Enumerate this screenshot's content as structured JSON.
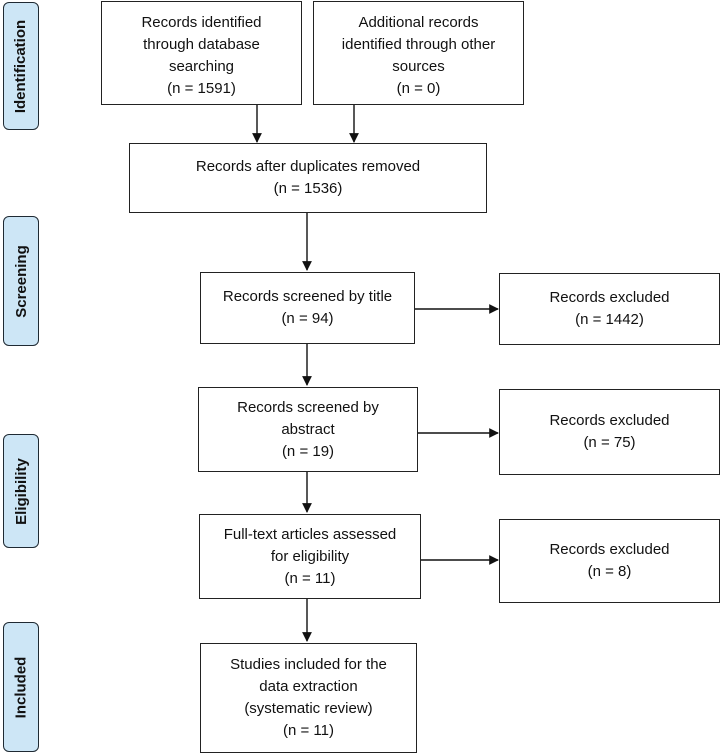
{
  "phases": [
    "Identification",
    "Screening",
    "Eligibility",
    "Included"
  ],
  "boxes": {
    "database": [
      "Records identified",
      "through database",
      "searching",
      "(n = 1591)"
    ],
    "other_sources": [
      "Additional records",
      "identified through other",
      "sources",
      "(n = 0)"
    ],
    "duplicates_removed": [
      "Records after duplicates removed",
      "(n = 1536)"
    ],
    "screened_title": [
      "Records screened by title",
      "(n = 94)"
    ],
    "excluded_title": [
      "Records excluded",
      "(n = 1442)"
    ],
    "screened_abstract": [
      "Records screened by",
      "abstract",
      "(n = 19)"
    ],
    "excluded_abstract": [
      "Records excluded",
      "(n = 75)"
    ],
    "full_text": [
      "Full-text articles assessed",
      "for eligibility",
      "(n = 11)"
    ],
    "excluded_full_text": [
      "Records excluded",
      "(n = 8)"
    ],
    "included": [
      "Studies included for the",
      "data extraction",
      "(systematic review)",
      "(n = 11)"
    ]
  },
  "colors": {
    "phase_fill": "#cde6f6",
    "border": "#222222"
  }
}
